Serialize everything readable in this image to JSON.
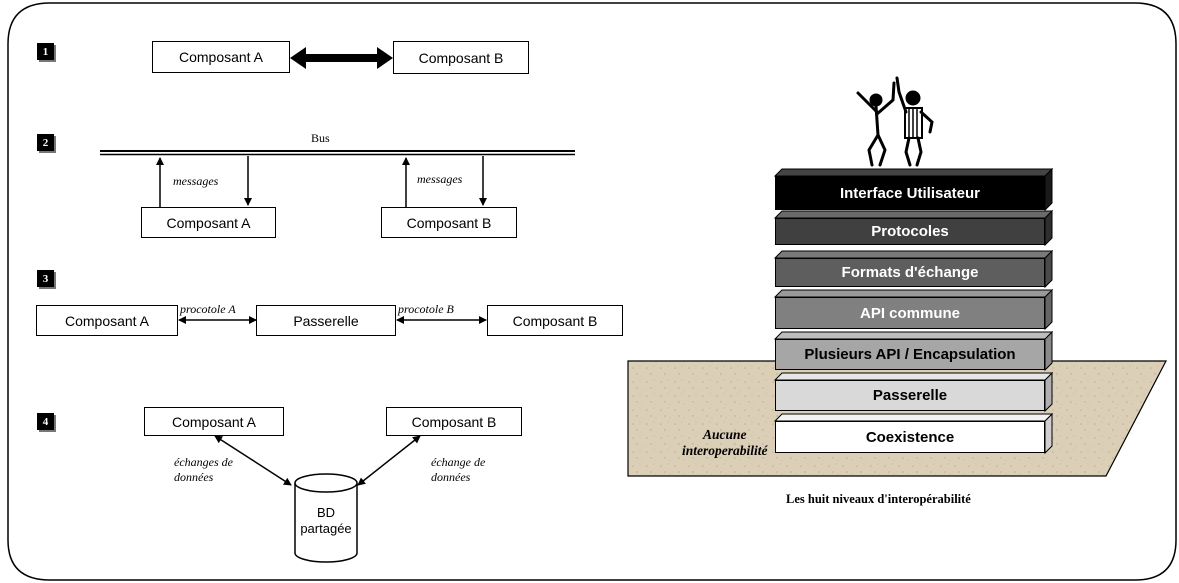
{
  "scenarios": {
    "s1": {
      "num": "1",
      "comp_a": "Composant A",
      "comp_b": "Composant B"
    },
    "s2": {
      "num": "2",
      "bus": "Bus",
      "msg_a": "messages",
      "msg_b": "messages",
      "comp_a": "Composant A",
      "comp_b": "Composant B"
    },
    "s3": {
      "num": "3",
      "comp_a": "Composant A",
      "gateway": "Passerelle",
      "comp_b": "Composant B",
      "proto_a": "procotole A",
      "proto_b": "procotole B"
    },
    "s4": {
      "num": "4",
      "comp_a": "Composant A",
      "comp_b": "Composant B",
      "db_line1": "BD",
      "db_line2": "partagée",
      "exch_a_line1": "échanges de",
      "exch_a_line2": "données",
      "exch_b_line1": "échange de",
      "exch_b_line2": "données"
    }
  },
  "stack": {
    "layers": [
      {
        "label": "Interface Utilisateur",
        "fill": "#000000",
        "text": "#ffffff"
      },
      {
        "label": "Protocoles",
        "fill": "#404040",
        "text": "#ffffff"
      },
      {
        "label": "Formats d'échange",
        "fill": "#5e5e5e",
        "text": "#ffffff"
      },
      {
        "label": "API commune",
        "fill": "#808080",
        "text": "#ffffff"
      },
      {
        "label": "Plusieurs API / Encapsulation",
        "fill": "#a6a6a6",
        "text": "#000000"
      },
      {
        "label": "Passerelle",
        "fill": "#d9d9d9",
        "text": "#000000"
      },
      {
        "label": "Coexistence",
        "fill": "#ffffff",
        "text": "#000000"
      }
    ],
    "ground_label_line1": "Aucune",
    "ground_label_line2": "interoperabilité",
    "ground_color": "#dccfb8",
    "caption": "Les huit niveaux d'interopérabilité"
  }
}
